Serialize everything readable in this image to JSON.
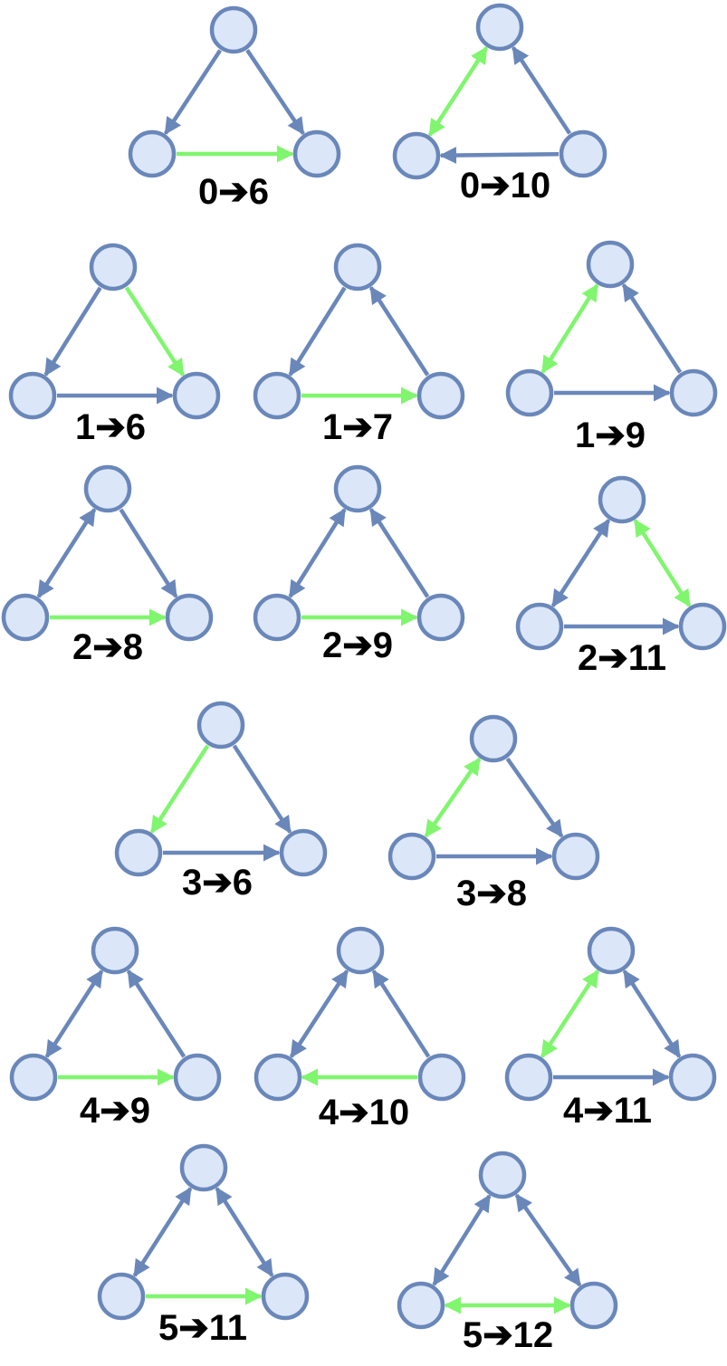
{
  "colors": {
    "node_fill": "#dbe7f8",
    "node_stroke": "#6a87ba",
    "edge_default": "#6a87ba",
    "edge_highlight": "#80f56e",
    "label": "#000000"
  },
  "motifs": [
    {
      "label": "0➔6",
      "edges": {
        "top_left": "to_left",
        "top_right": "to_right",
        "bottom": "to_right"
      },
      "highlight": "bottom"
    },
    {
      "label": "0➔10",
      "edges": {
        "top_left": "both",
        "top_right": "to_top",
        "bottom": "to_left"
      },
      "highlight": "top_left"
    },
    {
      "label": "1➔6",
      "edges": {
        "top_left": "to_left",
        "top_right": "to_right",
        "bottom": "to_right"
      },
      "highlight": "top_right"
    },
    {
      "label": "1➔7",
      "edges": {
        "top_left": "to_left",
        "top_right": "to_top",
        "bottom": "to_right"
      },
      "highlight": "bottom"
    },
    {
      "label": "1➔9",
      "edges": {
        "top_left": "both",
        "top_right": "to_top",
        "bottom": "to_right"
      },
      "highlight": "top_left"
    },
    {
      "label": "2➔8",
      "edges": {
        "top_left": "both",
        "top_right": "to_right",
        "bottom": "to_right"
      },
      "highlight": "bottom"
    },
    {
      "label": "2➔9",
      "edges": {
        "top_left": "both",
        "top_right": "to_top",
        "bottom": "to_right"
      },
      "highlight": "bottom"
    },
    {
      "label": "2➔11",
      "edges": {
        "top_left": "both",
        "top_right": "both",
        "bottom": "to_right"
      },
      "highlight": "top_right"
    },
    {
      "label": "3➔6",
      "edges": {
        "top_left": "to_left",
        "top_right": "to_right",
        "bottom": "to_right"
      },
      "highlight": "top_left"
    },
    {
      "label": "3➔8",
      "edges": {
        "top_left": "both",
        "top_right": "to_right",
        "bottom": "to_right"
      },
      "highlight": "top_left"
    },
    {
      "label": "4➔9",
      "edges": {
        "top_left": "both",
        "top_right": "to_top",
        "bottom": "to_right"
      },
      "highlight": "bottom"
    },
    {
      "label": "4➔10",
      "edges": {
        "top_left": "both",
        "top_right": "to_top",
        "bottom": "to_left"
      },
      "highlight": "bottom"
    },
    {
      "label": "4➔11",
      "edges": {
        "top_left": "both",
        "top_right": "both",
        "bottom": "to_right"
      },
      "highlight": "top_left"
    },
    {
      "label": "5➔11",
      "edges": {
        "top_left": "both",
        "top_right": "both",
        "bottom": "to_right"
      },
      "highlight": "bottom"
    },
    {
      "label": "5➔12",
      "edges": {
        "top_left": "both",
        "top_right": "both",
        "bottom": "both"
      },
      "highlight": "bottom"
    }
  ]
}
